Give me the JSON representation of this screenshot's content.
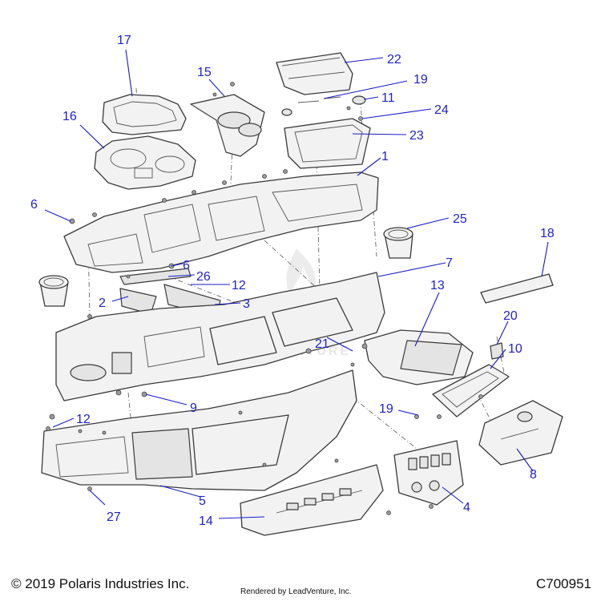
{
  "diagram": {
    "watermark": "LEADVENTURE",
    "callouts": [
      {
        "id": "c1",
        "label": "1"
      },
      {
        "id": "c2",
        "label": "2"
      },
      {
        "id": "c3",
        "label": "3"
      },
      {
        "id": "c4",
        "label": "4"
      },
      {
        "id": "c5",
        "label": "5"
      },
      {
        "id": "c6a",
        "label": "6"
      },
      {
        "id": "c6b",
        "label": "6"
      },
      {
        "id": "c7",
        "label": "7"
      },
      {
        "id": "c8",
        "label": "8"
      },
      {
        "id": "c9",
        "label": "9"
      },
      {
        "id": "c10",
        "label": "10"
      },
      {
        "id": "c11",
        "label": "11"
      },
      {
        "id": "c12a",
        "label": "12"
      },
      {
        "id": "c12b",
        "label": "12"
      },
      {
        "id": "c13",
        "label": "13"
      },
      {
        "id": "c14",
        "label": "14"
      },
      {
        "id": "c15",
        "label": "15"
      },
      {
        "id": "c16",
        "label": "16"
      },
      {
        "id": "c17",
        "label": "17"
      },
      {
        "id": "c18",
        "label": "18"
      },
      {
        "id": "c19a",
        "label": "19"
      },
      {
        "id": "c19b",
        "label": "19"
      },
      {
        "id": "c20",
        "label": "20"
      },
      {
        "id": "c21",
        "label": "21"
      },
      {
        "id": "c22",
        "label": "22"
      },
      {
        "id": "c23",
        "label": "23"
      },
      {
        "id": "c24",
        "label": "24"
      },
      {
        "id": "c25",
        "label": "25"
      },
      {
        "id": "c26",
        "label": "26"
      },
      {
        "id": "c27",
        "label": "27"
      }
    ]
  },
  "footer": {
    "copyright": "© 2019 Polaris Industries Inc.",
    "rendered_by": "Rendered by LeadVenture, Inc.",
    "diagram_code": "C700951"
  },
  "colors": {
    "callout": "#2222cc",
    "line": "#3a3a3a",
    "fill": "#f2f2f2"
  }
}
